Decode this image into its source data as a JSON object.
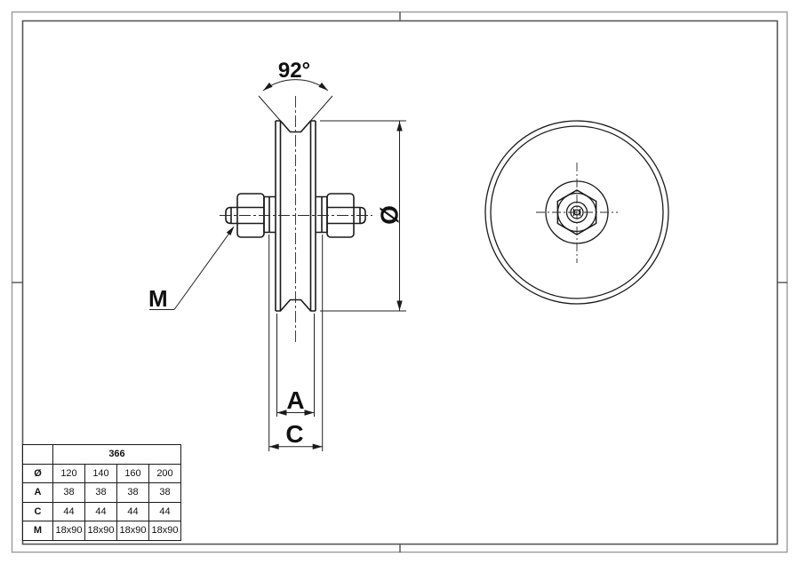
{
  "colors": {
    "background": "#ffffff",
    "line": "#1a1a1a",
    "thin_line": "#2a2a2a",
    "frame_outer": "#9a9a9a",
    "frame_inner": "#555555"
  },
  "annotations": {
    "groove_angle": "92°",
    "diameter_label": "Ø",
    "thread_label": "M",
    "dim_a_label": "A",
    "dim_c_label": "C"
  },
  "spec_table": {
    "model": "366",
    "rows": [
      {
        "label": "Ø",
        "values": [
          "120",
          "140",
          "160",
          "200"
        ]
      },
      {
        "label": "A",
        "values": [
          "38",
          "38",
          "38",
          "38"
        ]
      },
      {
        "label": "C",
        "values": [
          "44",
          "44",
          "44",
          "44"
        ]
      },
      {
        "label": "M",
        "values": [
          "18x90",
          "18x90",
          "18x90",
          "18x90"
        ]
      }
    ]
  }
}
